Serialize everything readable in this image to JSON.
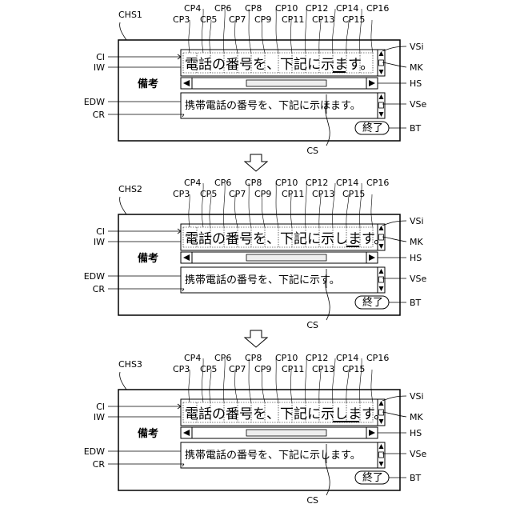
{
  "panels": [
    {
      "screen_label": "CHS1",
      "input_text": "電話の番号を、下記に示ます。",
      "remarks_label": "備考",
      "edit_text": "携帯電話の番号を、下記に示ほます。",
      "end_button": "終了"
    },
    {
      "screen_label": "CHS2",
      "input_text": "電話の番号を、下記に示します。",
      "remarks_label": "備考",
      "edit_text": "携帯電話の番号を、下記に示す。",
      "end_button": "終了"
    },
    {
      "screen_label": "CHS3",
      "input_text": "電話の番号を、下記に示します。",
      "remarks_label": "備考",
      "edit_text": "携帯電話の番号を、下記に示します。",
      "end_button": "終了"
    }
  ],
  "cp_top_labels": [
    "CP4",
    "CP6",
    "CP8",
    "CP10",
    "CP12",
    "CP14",
    "CP16"
  ],
  "cp_bottom_labels": [
    "CP3",
    "CP5",
    "CP7",
    "CP9",
    "CP11",
    "CP13",
    "CP15"
  ],
  "left_labels": {
    "ci": "CI",
    "iw": "IW",
    "edw": "EDW",
    "cr": "CR"
  },
  "right_labels": {
    "vsi": "VSi",
    "mk": "MK",
    "hs": "HS",
    "vse": "VSe",
    "bt": "BT"
  },
  "cursor_label": "CS",
  "arrow_glyph_left": "◀",
  "arrow_glyph_right": "▶"
}
